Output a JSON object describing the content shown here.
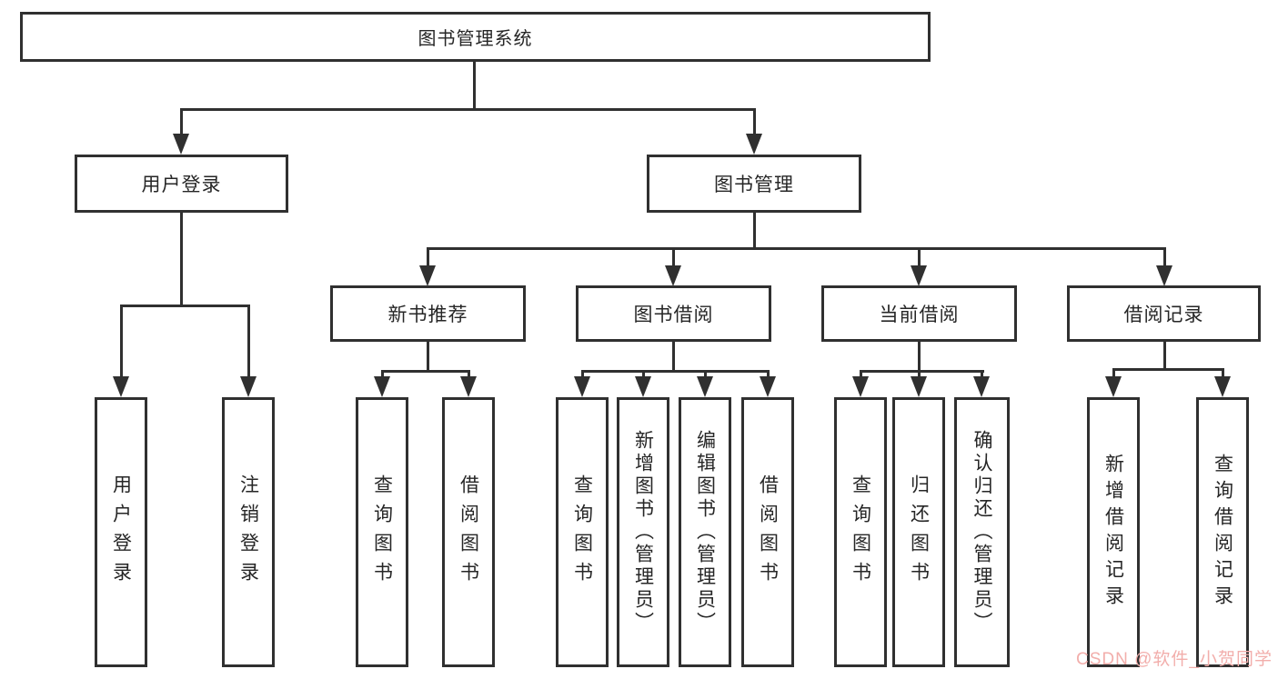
{
  "diagram": {
    "type": "hierarchy",
    "root": {
      "label": "图书管理系统"
    },
    "level2": [
      {
        "label": "用户登录"
      },
      {
        "label": "图书管理"
      }
    ],
    "level3": [
      {
        "label": "新书推荐",
        "parent": "图书管理"
      },
      {
        "label": "图书借阅",
        "parent": "图书管理"
      },
      {
        "label": "当前借阅",
        "parent": "图书管理"
      },
      {
        "label": "借阅记录",
        "parent": "图书管理"
      }
    ],
    "leaves": [
      {
        "label": "用户登录",
        "parent": "用户登录"
      },
      {
        "label": "注销登录",
        "parent": "用户登录"
      },
      {
        "label": "查询图书",
        "parent": "新书推荐"
      },
      {
        "label": "借阅图书",
        "parent": "新书推荐"
      },
      {
        "label": "查询图书",
        "parent": "图书借阅"
      },
      {
        "label": "新增图书（管理员）",
        "parent": "图书借阅"
      },
      {
        "label": "编辑图书（管理员）",
        "parent": "图书借阅"
      },
      {
        "label": "借阅图书",
        "parent": "图书借阅"
      },
      {
        "label": "查询图书",
        "parent": "当前借阅"
      },
      {
        "label": "归还图书",
        "parent": "当前借阅"
      },
      {
        "label": "确认归还（管理员）",
        "parent": "当前借阅"
      },
      {
        "label": "新增借阅记录",
        "parent": "借阅记录"
      },
      {
        "label": "查询借阅记录",
        "parent": "借阅记录"
      }
    ],
    "colors": {
      "line": "#303030",
      "text": "#262626",
      "background": "#ffffff",
      "watermark_color": "#f2aeab"
    },
    "watermark": "CSDN @软件_小贺同学"
  }
}
